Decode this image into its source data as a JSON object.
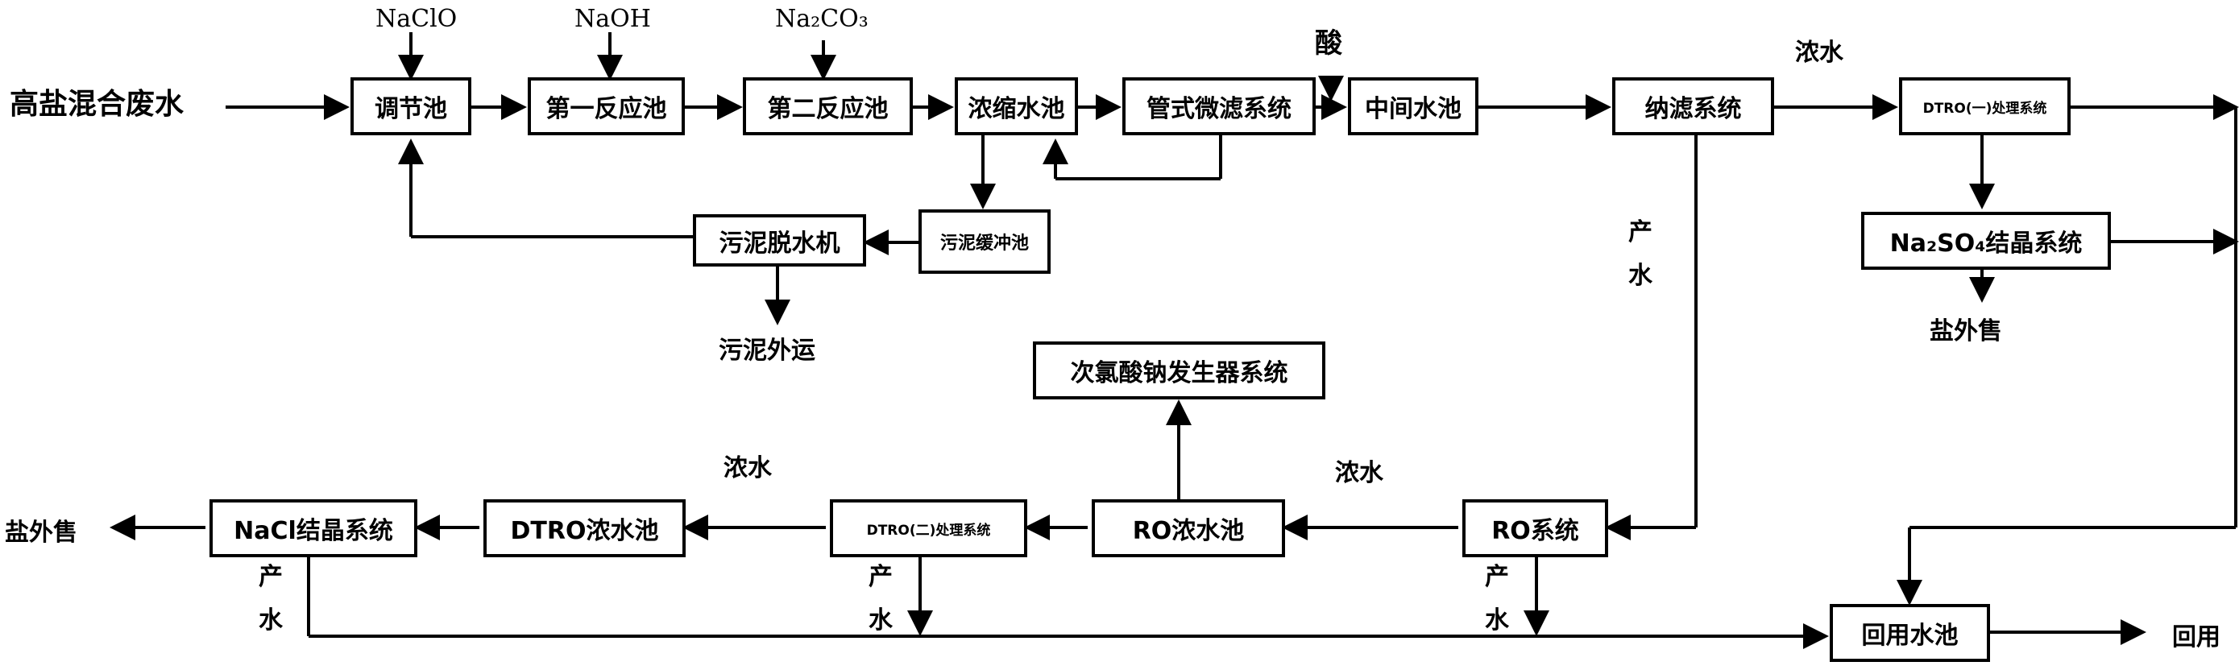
{
  "inputs": {
    "feed": "高盐混合废水",
    "naclo": "NaClO",
    "naoh": "NaOH",
    "na2co3": "Na₂CO₃",
    "acid": "酸"
  },
  "boxes": {
    "adjust_tank": "调节池",
    "reaction1": "第一反应池",
    "reaction2": "第二反应池",
    "concentrate_tank": "浓缩水池",
    "tubular_mf": "管式微滤系统",
    "intermediate_tank": "中间水池",
    "nf_system": "纳滤系统",
    "dtro1": "DTRO(一)处理系统",
    "na2so4_cryst": "Na₂SO₄结晶系统",
    "sludge_dewater": "污泥脱水机",
    "sludge_buffer": "污泥缓冲池",
    "naclo_generator": "次氯酸钠发生器系统",
    "nacl_cryst": "NaCl结晶系统",
    "dtro_concentrate": "DTRO浓水池",
    "dtro2": "DTRO(二)处理系统",
    "ro_concentrate": "RO浓水池",
    "ro_system": "RO系统",
    "reuse_tank": "回用水池"
  },
  "labels": {
    "concentrate_top": "浓水",
    "permeate_nf": "产水",
    "salt_sale_right": "盐外售",
    "sludge_out": "污泥外运",
    "concentrate_ro": "浓水",
    "concentrate_dtro": "浓水",
    "salt_sale_left": "盐外售",
    "permeate_nacl": "产水",
    "permeate_dtro2": "产水",
    "permeate_ro": "产水",
    "reuse": "回用"
  }
}
